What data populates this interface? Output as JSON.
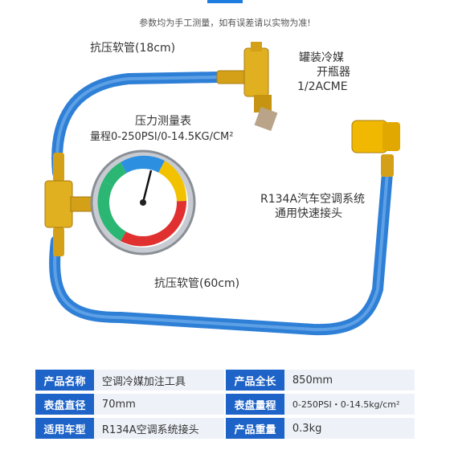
{
  "notice": "参数均为手工测量，如有误差请以实物为准!",
  "labels": {
    "hose_short": "抗压软管(18cm)",
    "can_tap_line1": "罐装冷媒",
    "can_tap_line2": "开瓶器",
    "can_tap_line3": "1/2ACME",
    "gauge_line1": "压力测量表",
    "gauge_line2": "量程0-250PSI/0-14.5KG/CM²",
    "coupler_line1": "R134A汽车空调系统",
    "coupler_line2": "通用快速接头",
    "hose_long": "抗压软管(60cm)"
  },
  "colors": {
    "hose": "#2e7fd6",
    "brass": "#d4a017",
    "header": "#1e63c7"
  },
  "specs": [
    {
      "k1": "产品名称",
      "v1": "空调冷媒加注工具",
      "k2": "产品全长",
      "v2": "850mm"
    },
    {
      "k1": "表盘直径",
      "v1": "70mm",
      "k2": "表盘量程",
      "v2": "0-250PSI・0-14.5kg/cm²"
    },
    {
      "k1": "适用车型",
      "v1": "R134A空调系统接头",
      "k2": "产品重量",
      "v2": "0.3kg"
    }
  ]
}
